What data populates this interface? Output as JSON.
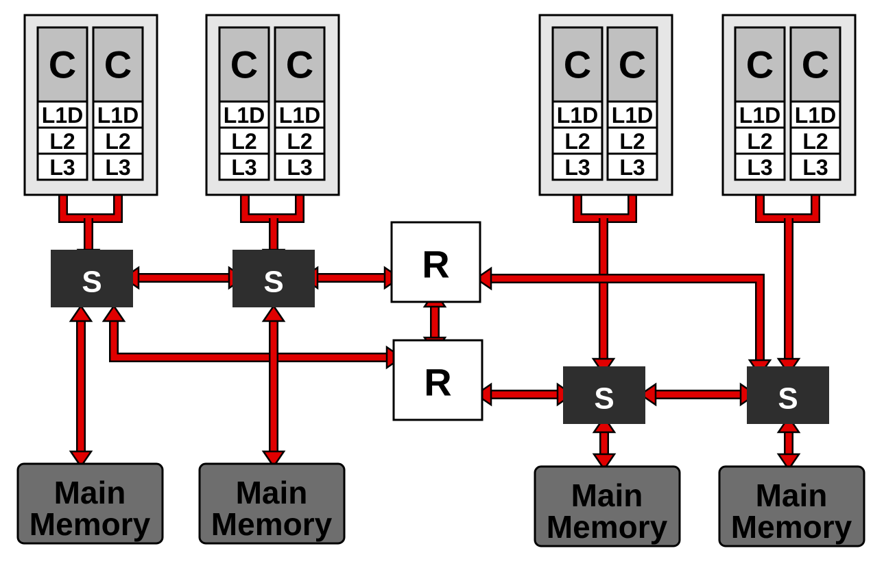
{
  "labels": {
    "core": "C",
    "l1d": "L1D",
    "l2": "L2",
    "l3": "L3",
    "switch": "S",
    "router": "R",
    "memory_line1": "Main",
    "memory_line2": "Memory"
  },
  "colors": {
    "link": "#e00000",
    "link_outline": "#000000",
    "socket_fill": "#e6e6e6",
    "core_fill": "#c0c0c0",
    "cache_fill": "#ffffff",
    "switch_fill": "#2e2e2e",
    "switch_text": "#ffffff",
    "router_fill": "#ffffff",
    "memory_fill": "#6e6e6e",
    "text": "#000000"
  }
}
